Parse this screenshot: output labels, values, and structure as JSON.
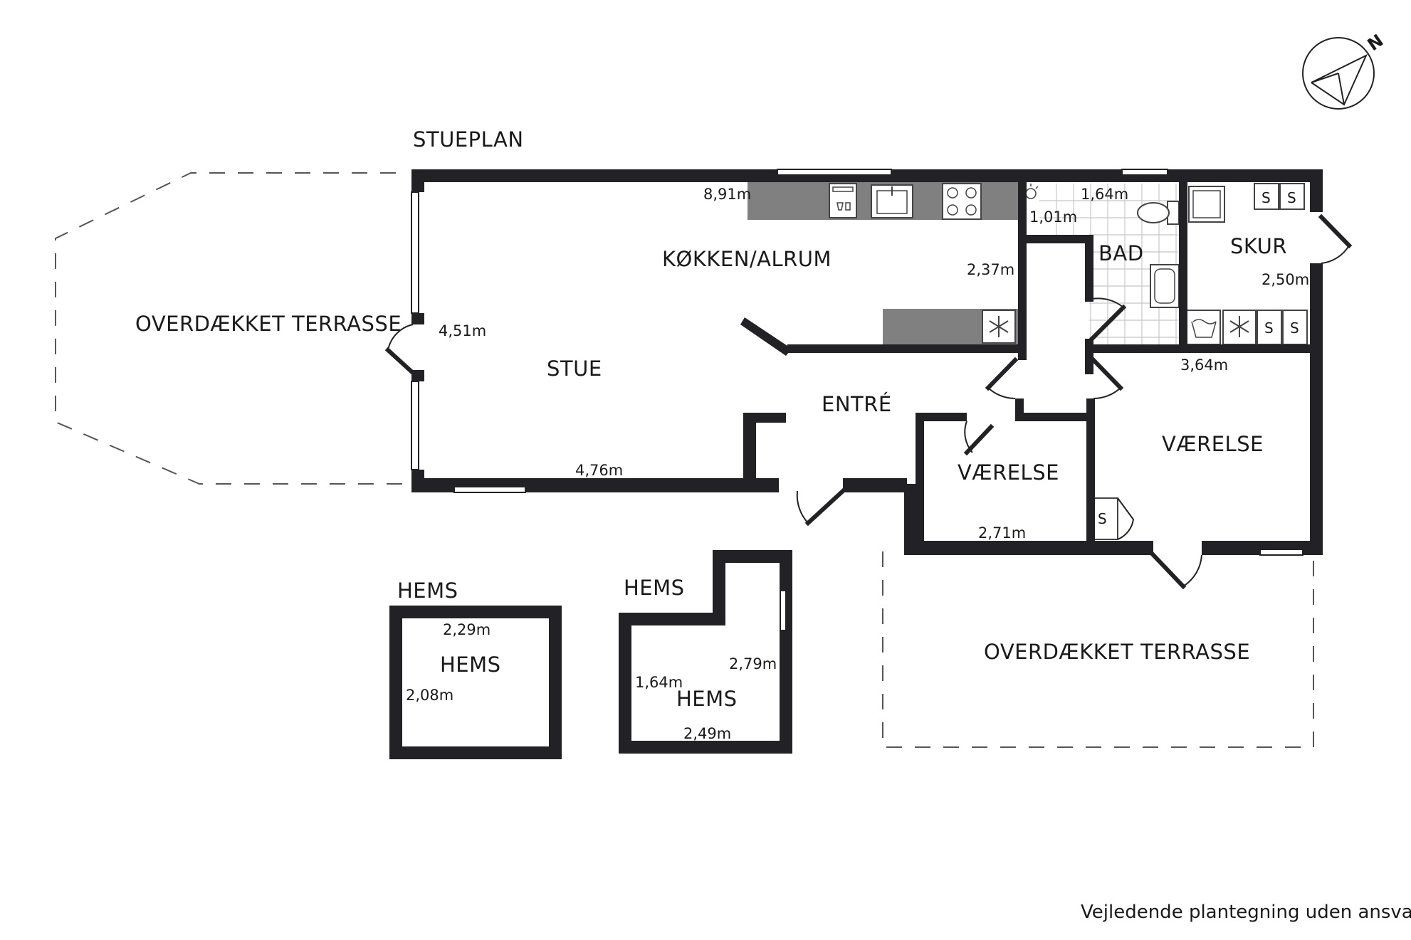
{
  "plan_title": "STUEPLAN",
  "rooms": {
    "terrace_west": "OVERDÆKKET TERRASSE",
    "kitchen": "KØKKEN/ALRUM",
    "living": "STUE",
    "entry": "ENTRÉ",
    "bath": "BAD",
    "shed": "SKUR",
    "bedroom_small": "VÆRELSE",
    "bedroom_large": "VÆRELSE",
    "terrace_south": "OVERDÆKKET TERRASSE"
  },
  "dimensions": {
    "kitchen_length": "8,91m",
    "bath_width": "1,64m",
    "bath_depth": "1,01m",
    "kitchen_depth": "2,37m",
    "living_depth": "4,51m",
    "living_length": "4,76m",
    "shed_depth": "2,50m",
    "bedroom_large_width": "3,64m",
    "bedroom_small_width": "2,71m"
  },
  "loft_left": {
    "heading": "HEMS",
    "room": "HEMS",
    "width": "2,29m",
    "depth": "2,08m"
  },
  "loft_right": {
    "heading": "HEMS",
    "room": "HEMS",
    "depth": "2,79m",
    "width_inner": "1,64m",
    "width": "2,49m"
  },
  "compass": {
    "label": "N"
  },
  "storage_marker": "S",
  "disclaimer": "Vejledende plantegning uden ansvar",
  "icons": [
    "compass-icon",
    "dishwasher-icon",
    "sink-icon",
    "stove-icon",
    "freezer-icon",
    "toilet-icon",
    "washbasin-icon",
    "shower-icon",
    "washing-machine-icon"
  ]
}
